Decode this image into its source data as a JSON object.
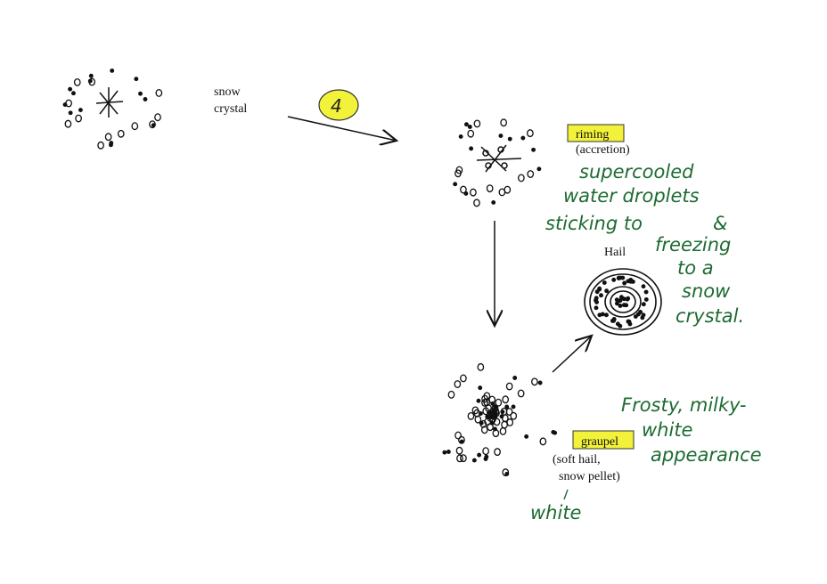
{
  "labels": {
    "snow_crystal_1": "snow",
    "snow_crystal_2": "crystal",
    "step_number": "4",
    "riming": "riming",
    "accretion": "(accretion)",
    "hail": "Hail",
    "graupel": "graupel",
    "graupel_desc_1": "(soft hail,",
    "graupel_desc_2": "snow pellet)"
  },
  "notes": {
    "riming_lines": [
      "supercooled",
      "water droplets",
      "sticking to",
      "&",
      "freezing",
      "to a",
      "snow",
      "crystal."
    ],
    "graupel_lines": [
      "Frosty, milky-",
      "white",
      "appearance"
    ],
    "white": "white"
  },
  "colors": {
    "highlight": "#f2f23a",
    "ink": "#111111",
    "green_ink": "#1d6b32"
  }
}
